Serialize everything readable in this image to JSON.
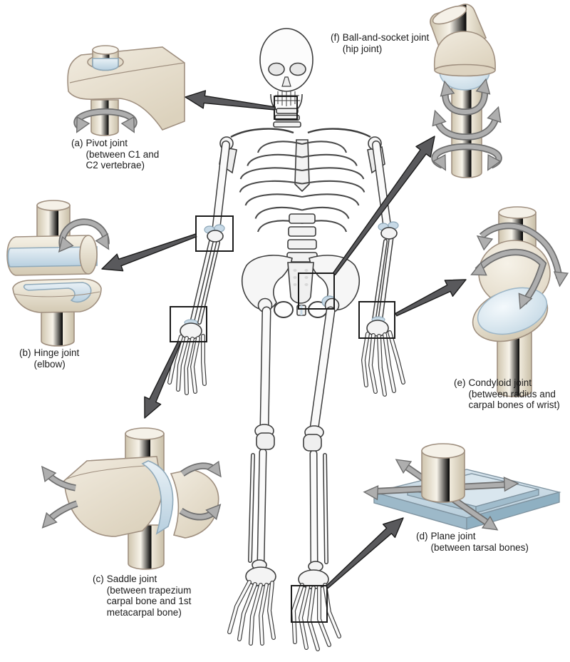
{
  "joints": {
    "pivot": {
      "prefix": "(a)",
      "name": "Pivot joint",
      "detail1": "(between C1 and",
      "detail2": "C2 vertebrae)"
    },
    "hinge": {
      "prefix": "(b)",
      "name": "Hinge joint",
      "detail1": "(elbow)"
    },
    "saddle": {
      "prefix": "(c)",
      "name": "Saddle joint",
      "detail1": "(between trapezium",
      "detail2": "carpal bone and 1st",
      "detail3": "metacarpal bone)"
    },
    "plane": {
      "prefix": "(d)",
      "name": "Plane joint",
      "detail1": "(between tarsal bones)"
    },
    "condyloid": {
      "prefix": "(e)",
      "name": "Condyloid joint",
      "detail1": "(between radius and",
      "detail2": "carpal bones of wrist)"
    },
    "ball_and_socket": {
      "prefix": "(f)",
      "name": "Ball-and-socket joint",
      "detail1": "(hip joint)"
    }
  },
  "colors": {
    "bone_fill": "#efe9dc",
    "bone_shade": "#cfc5ae",
    "bone_outline": "#a09080",
    "cartilage_blue": "#c7d9e6",
    "plate_blue": "#c3d8e4",
    "motion_arrow_fill": "#aeaeae",
    "motion_arrow_outline": "#6f6f6f",
    "connector_arrow_fill": "#59595c",
    "connector_arrow_outline": "#1c1c1c",
    "skeleton_line": "#3d3d3d",
    "label_text": "#1b1b1b",
    "background": "#ffffff"
  }
}
